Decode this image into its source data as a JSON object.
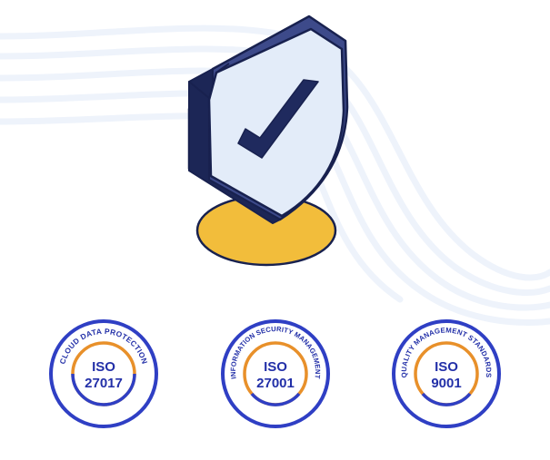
{
  "colors": {
    "wave": "#eef3fb",
    "shield_fill": "#e3ecf9",
    "shield_outline": "#18214f",
    "shield_rim": "#3d4a8a",
    "shield_side": "#1c2656",
    "base": "#f2bd3b",
    "badge_blue": "#2f3fc4",
    "badge_orange": "#e8902a",
    "badge_text": "#2330a8"
  },
  "hero": {
    "shield_icon": "shield-checkmark-icon"
  },
  "badges": [
    {
      "arc_text": "CLOUD DATA PROTECTION",
      "line1": "ISO",
      "line2": "27017"
    },
    {
      "arc_text": "INFORMATION SECURITY MANAGEMENT",
      "line1": "ISO",
      "line2": "27001"
    },
    {
      "arc_text": "QUALITY MANAGEMENT STANDARDS",
      "line1": "ISO",
      "line2": "9001"
    }
  ]
}
